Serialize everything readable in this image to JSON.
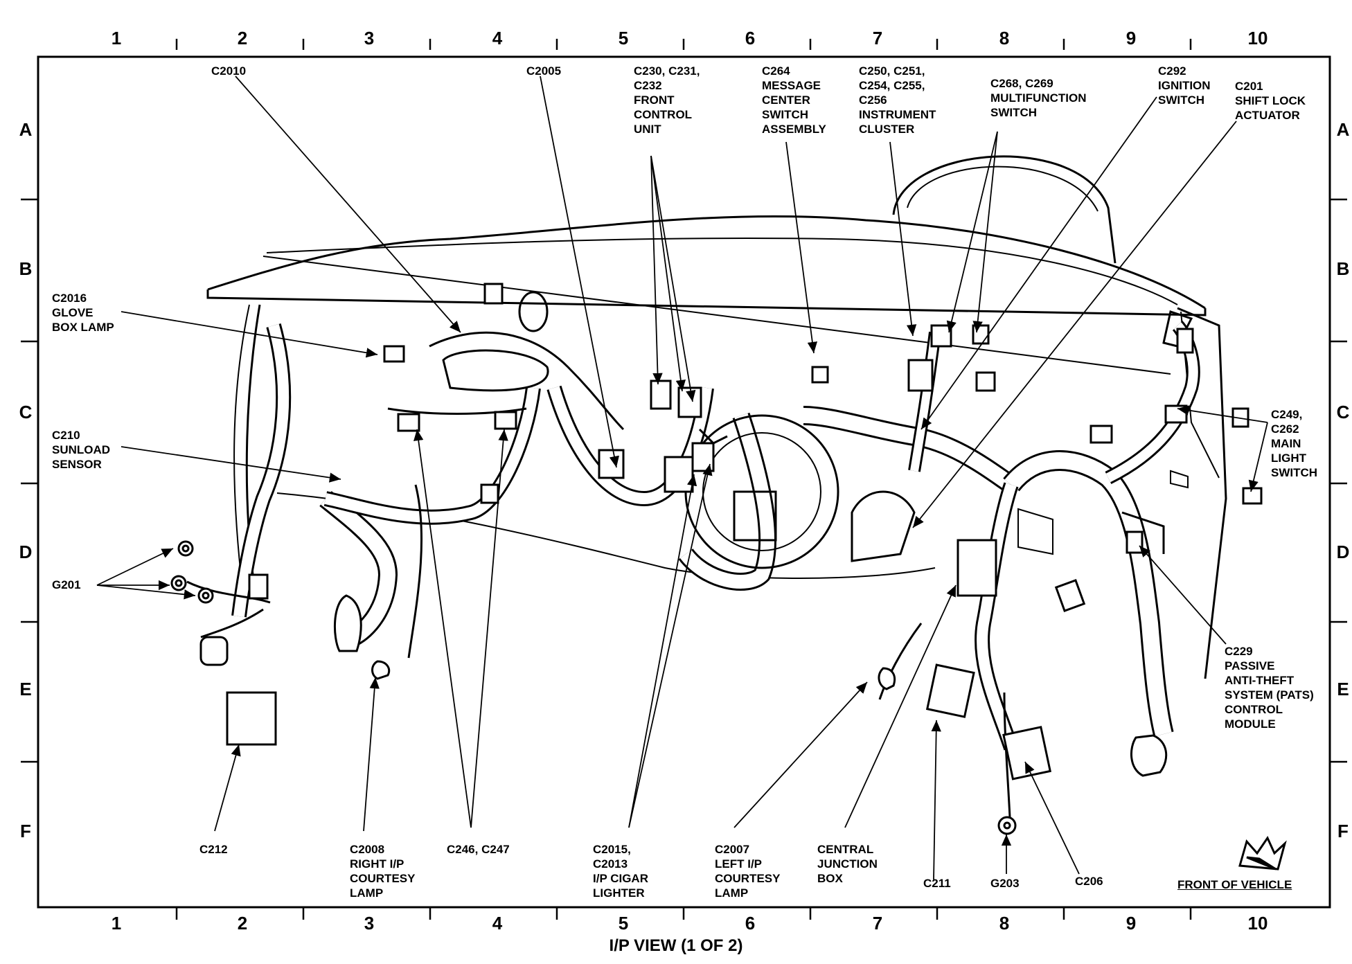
{
  "columns": [
    "1",
    "2",
    "3",
    "4",
    "5",
    "6",
    "7",
    "8",
    "9",
    "10"
  ],
  "rows": [
    "A",
    "B",
    "C",
    "D",
    "E",
    "F"
  ],
  "title": "I/P VIEW (1 OF 2)",
  "front_label": "FRONT OF VEHICLE",
  "callouts": {
    "c2010": "C2010",
    "c2005": "C2005",
    "c230": "C230, C231,\nC232\nFRONT\nCONTROL\nUNIT",
    "c264": "C264\nMESSAGE\nCENTER\nSWITCH\nASSEMBLY",
    "c250": "C250, C251,\nC254, C255,\nC256\nINSTRUMENT\nCLUSTER",
    "c268": "C268, C269\nMULTIFUNCTION\nSWITCH",
    "c292": "C292\nIGNITION\nSWITCH",
    "c201": "C201\nSHIFT LOCK\nACTUATOR",
    "c2016": "C2016\nGLOVE\nBOX LAMP",
    "c210": "C210\nSUNLOAD\nSENSOR",
    "g201": "G201",
    "c249": "C249,\nC262\nMAIN\nLIGHT\nSWITCH",
    "c229": "C229\nPASSIVE\nANTI-THEFT\nSYSTEM (PATS)\nCONTROL\nMODULE",
    "c212": "C212",
    "c2008": "C2008\nRIGHT I/P\nCOURTESY\nLAMP",
    "c246": "C246, C247",
    "c2015": "C2015,\nC2013\nI/P CIGAR\nLIGHTER",
    "c2007": "C2007\nLEFT I/P\nCOURTESY\nLAMP",
    "cjb": "CENTRAL\nJUNCTION\nBOX",
    "c211": "C211",
    "g203": "G203",
    "c206": "C206"
  }
}
